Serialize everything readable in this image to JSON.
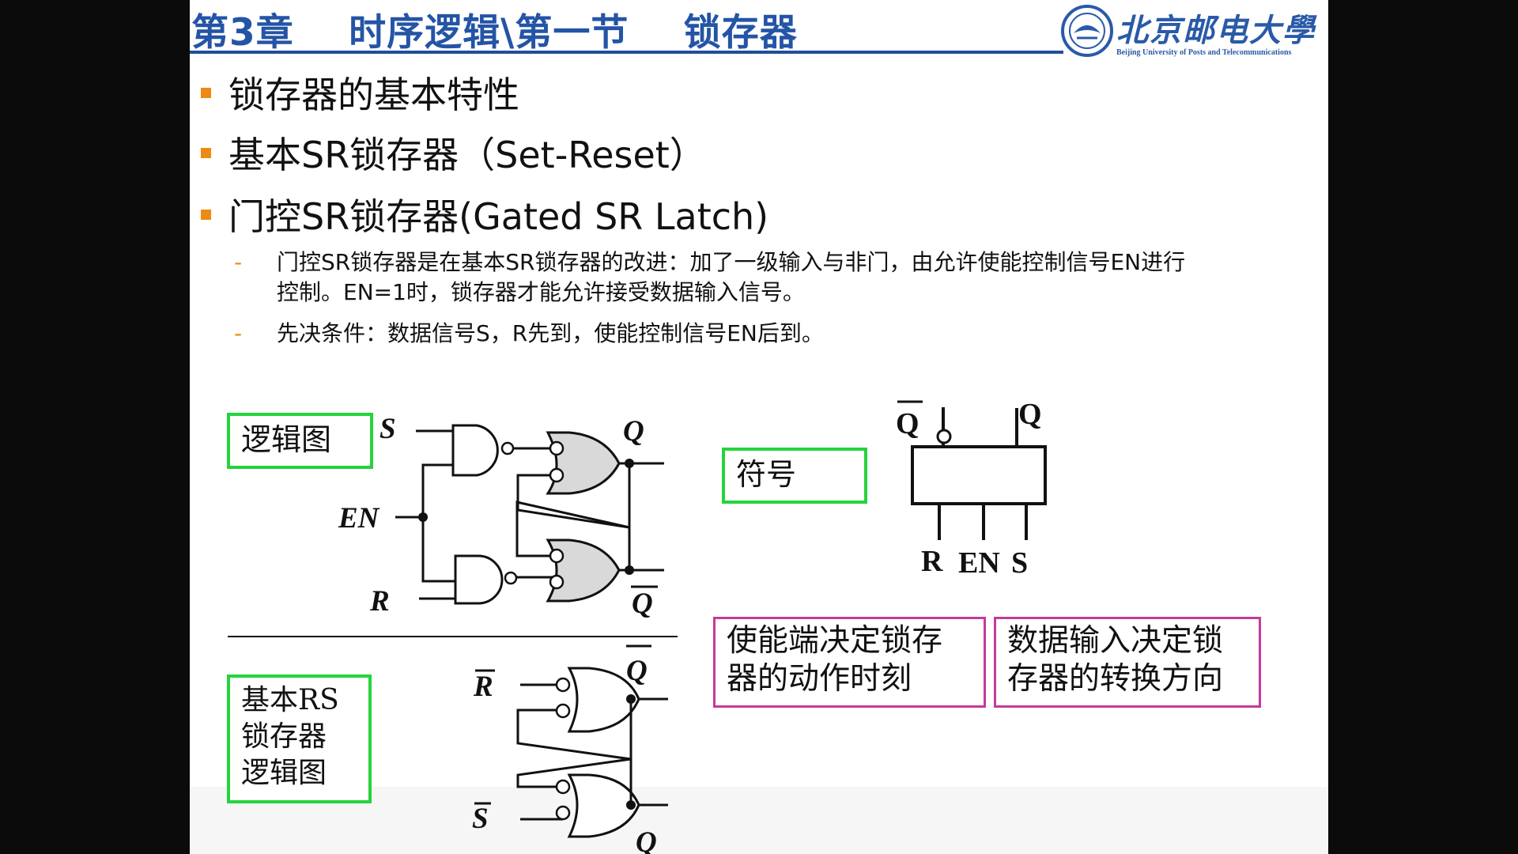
{
  "slide": {
    "title": "第3章    时序逻辑\\第一节    锁存器",
    "logo": {
      "chinese": "北京邮电大學",
      "english": "Beijing University of Posts and Telecommunications",
      "icon": "university-seal-icon"
    },
    "bullets": [
      "锁存器的基本特性",
      "基本SR锁存器（Set-Reset）",
      "门控SR锁存器(Gated SR Latch)"
    ],
    "sub_bullets": [
      {
        "line1": "门控SR锁存器是在基本SR锁存器的改进：加了一级输入与非门，由允许使能控制信号EN进行",
        "line2": "控制。EN=1时，锁存器才能允许接受数据输入信号。"
      },
      {
        "line1": "先决条件：数据信号S，R先到，使能控制信号EN后到。"
      }
    ],
    "boxes": {
      "logic_diagram": "逻辑图",
      "symbol": "符号",
      "basic_rs": {
        "line1": "基本RS",
        "line2": "锁存器",
        "line3": "逻辑图"
      },
      "enable_note": {
        "line1": "使能端决定锁存",
        "line2": "器的动作时刻"
      },
      "data_note": {
        "line1": "数据输入决定锁",
        "line2": "存器的转换方向"
      }
    },
    "gated_latch": {
      "s": "S",
      "en": "EN",
      "r": "R",
      "q": "Q",
      "qbar": "Q"
    },
    "basic_latch": {
      "rbar": "R",
      "sbar": "S",
      "qbar": "Q",
      "q": "Q"
    },
    "symbol_pins": {
      "qbar": "Q",
      "q": "Q",
      "r": "R",
      "en": "EN",
      "s": "S"
    },
    "colors": {
      "title": "#2454a6",
      "bullet_marker": "#ee8a14",
      "green_box": "#25d43a",
      "pink_box": "#c63a9a",
      "gate_fill": "#d9d9d9"
    }
  }
}
